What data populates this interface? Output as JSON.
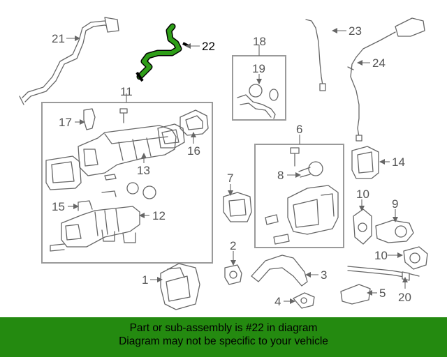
{
  "diagram": {
    "highlight_color": "#2e9e18",
    "highlighted_callout": "22",
    "callouts": {
      "c1": "1",
      "c2": "2",
      "c3": "3",
      "c4": "4",
      "c5": "5",
      "c6": "6",
      "c7": "7",
      "c8": "8",
      "c9": "9",
      "c10a": "10",
      "c10b": "10",
      "c11": "11",
      "c12": "12",
      "c13": "13",
      "c14": "14",
      "c15": "15",
      "c16": "16",
      "c17": "17",
      "c18": "18",
      "c19": "19",
      "c20": "20",
      "c21": "21",
      "c22": "22",
      "c23": "23",
      "c24": "24"
    }
  },
  "footer": {
    "background_color": "#248a10",
    "line1": "Part or sub-assembly is #22 in diagram",
    "line2": "Diagram may not be specific to your vehicle"
  }
}
